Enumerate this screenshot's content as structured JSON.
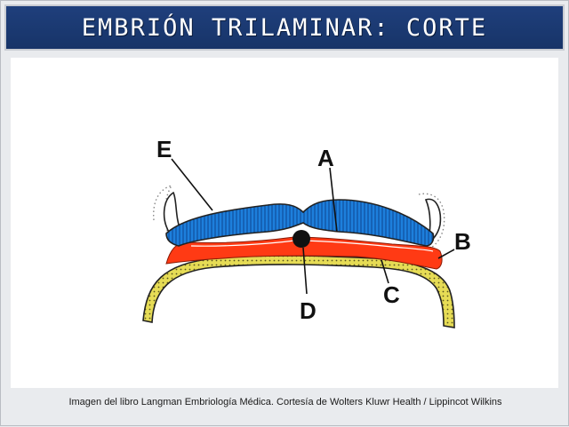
{
  "header": {
    "title": "EMBRIÓN TRILAMINAR: CORTE"
  },
  "diagram": {
    "labels": {
      "a": "A",
      "b": "B",
      "c": "C",
      "d": "D",
      "e": "E"
    },
    "colors": {
      "ectoderm": "#1d7fdc",
      "mesoderm": "#ff3a14",
      "endoderm": "#e6dc55",
      "notochord": "#111111",
      "outline": "#222222"
    }
  },
  "footer": {
    "caption": "Imagen del libro Langman Embriología Médica. Cortesía de Wolters Kluwr Health / Lippincot Wilkins"
  }
}
